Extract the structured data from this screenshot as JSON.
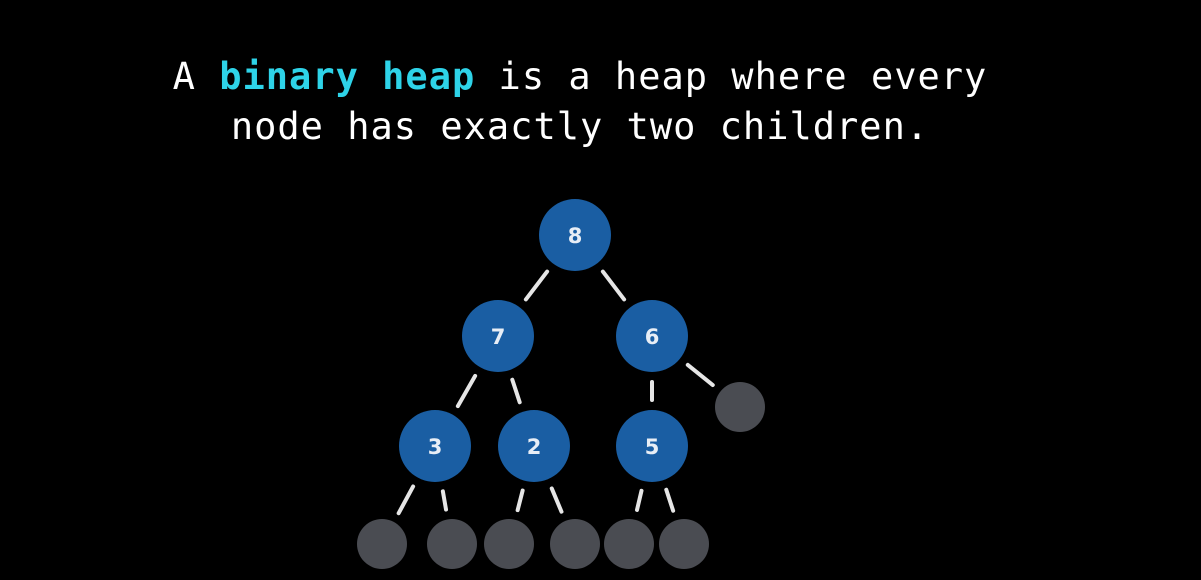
{
  "headline": {
    "prefix": "A ",
    "keyword": "binary heap",
    "suffix_line1": " is a heap where every",
    "line2": "node has exactly two children."
  },
  "colors": {
    "background": "#000000",
    "text": "#ffffff",
    "keyword": "#2ed3e8",
    "node_fill": "#1a5ea3",
    "empty_node_fill": "#4a4c52",
    "edge": "#e6e6e6"
  },
  "tree": {
    "nodes": [
      {
        "id": "n8",
        "label": "8",
        "kind": "value"
      },
      {
        "id": "n7",
        "label": "7",
        "kind": "value"
      },
      {
        "id": "n6",
        "label": "6",
        "kind": "value"
      },
      {
        "id": "n3",
        "label": "3",
        "kind": "value"
      },
      {
        "id": "n2",
        "label": "2",
        "kind": "value"
      },
      {
        "id": "n5",
        "label": "5",
        "kind": "value"
      },
      {
        "id": "e6r",
        "label": "",
        "kind": "empty"
      },
      {
        "id": "e3l",
        "label": "",
        "kind": "empty"
      },
      {
        "id": "e3r",
        "label": "",
        "kind": "empty"
      },
      {
        "id": "e2l",
        "label": "",
        "kind": "empty"
      },
      {
        "id": "e2r",
        "label": "",
        "kind": "empty"
      },
      {
        "id": "e5l",
        "label": "",
        "kind": "empty"
      },
      {
        "id": "e5r",
        "label": "",
        "kind": "empty"
      }
    ],
    "edges": [
      [
        "n8",
        "n7"
      ],
      [
        "n8",
        "n6"
      ],
      [
        "n7",
        "n3"
      ],
      [
        "n7",
        "n2"
      ],
      [
        "n6",
        "n5"
      ],
      [
        "n6",
        "e6r"
      ],
      [
        "n3",
        "e3l"
      ],
      [
        "n3",
        "e3r"
      ],
      [
        "n2",
        "e2l"
      ],
      [
        "n2",
        "e2r"
      ],
      [
        "n5",
        "e5l"
      ],
      [
        "n5",
        "e5r"
      ]
    ]
  }
}
